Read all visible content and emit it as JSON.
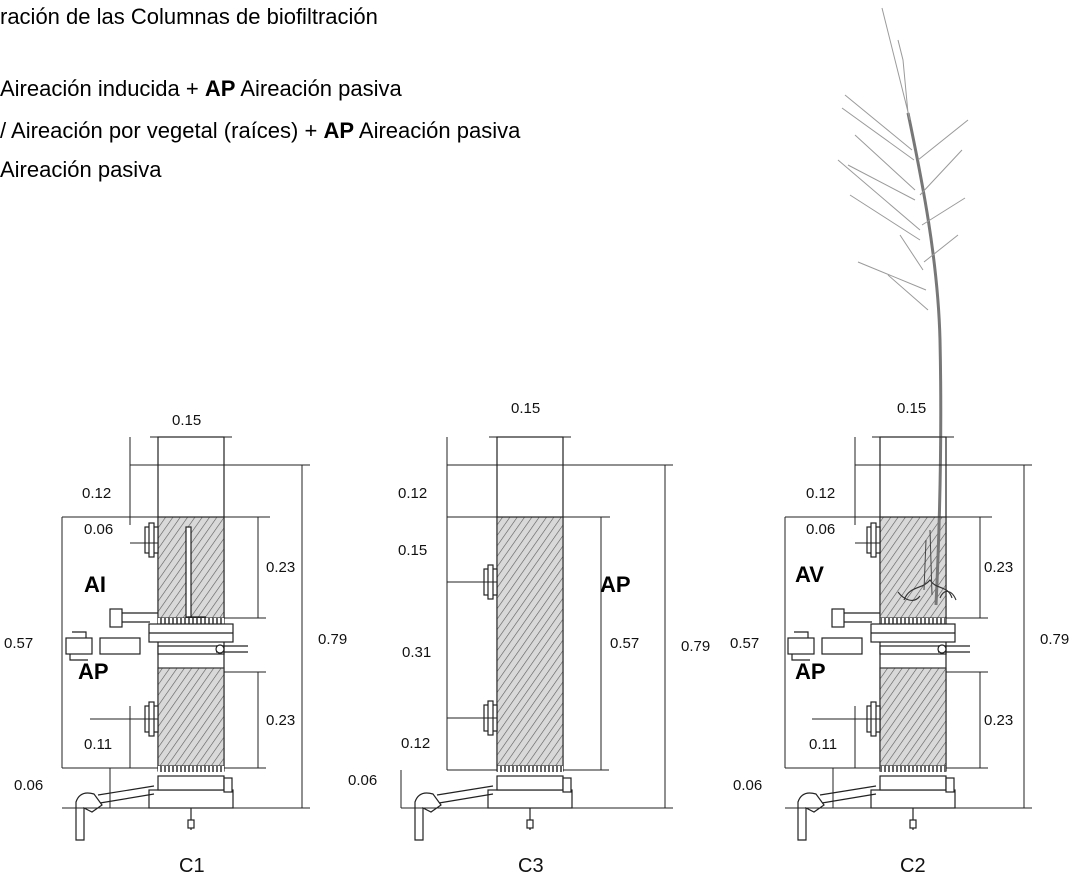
{
  "header": {
    "title": "ración de las Columnas de biofiltración",
    "legend": [
      {
        "prefix": "",
        "t1": "Aireación inducida + ",
        "b1": "AP",
        "t2": " Aireación pasiva"
      },
      {
        "prefix": "/ ",
        "t1": "Aireación por vegetal (raíces) + ",
        "b1": "AP",
        "t2": " Aireación pasiva"
      },
      {
        "prefix": "",
        "t1": "Aireación pasiva",
        "b1": "",
        "t2": ""
      }
    ]
  },
  "columns": [
    {
      "caption": "C1",
      "top_label": "AI",
      "bottom_label": "AP",
      "dims": {
        "width": "0.15",
        "top_gap": "0.12",
        "inlet": "0.06",
        "total_left": "0.57",
        "upper_bed": "0.23",
        "lower_bed": "0.23",
        "total_right": "0.79",
        "bottom_inlet": "0.11",
        "base": "0.06"
      }
    },
    {
      "caption": "C3",
      "top_label": "AP",
      "dims": {
        "width": "0.15",
        "top_gap": "0.12",
        "upper_port": "0.15",
        "mid": "0.31",
        "lower_port": "0.12",
        "bed": "0.57",
        "total_right": "0.79",
        "base": "0.06"
      }
    },
    {
      "caption": "C2",
      "top_label": "AV",
      "bottom_label": "AP",
      "dims": {
        "width": "0.15",
        "top_gap": "0.12",
        "inlet": "0.06",
        "total_left": "0.57",
        "upper_bed": "0.23",
        "lower_bed": "0.23",
        "total_right": "0.79",
        "bottom_inlet": "0.11",
        "base": "0.06"
      }
    }
  ],
  "colors": {
    "line": "#222222",
    "fill_hatch": "#555555",
    "plant": "#9a9a9a"
  }
}
